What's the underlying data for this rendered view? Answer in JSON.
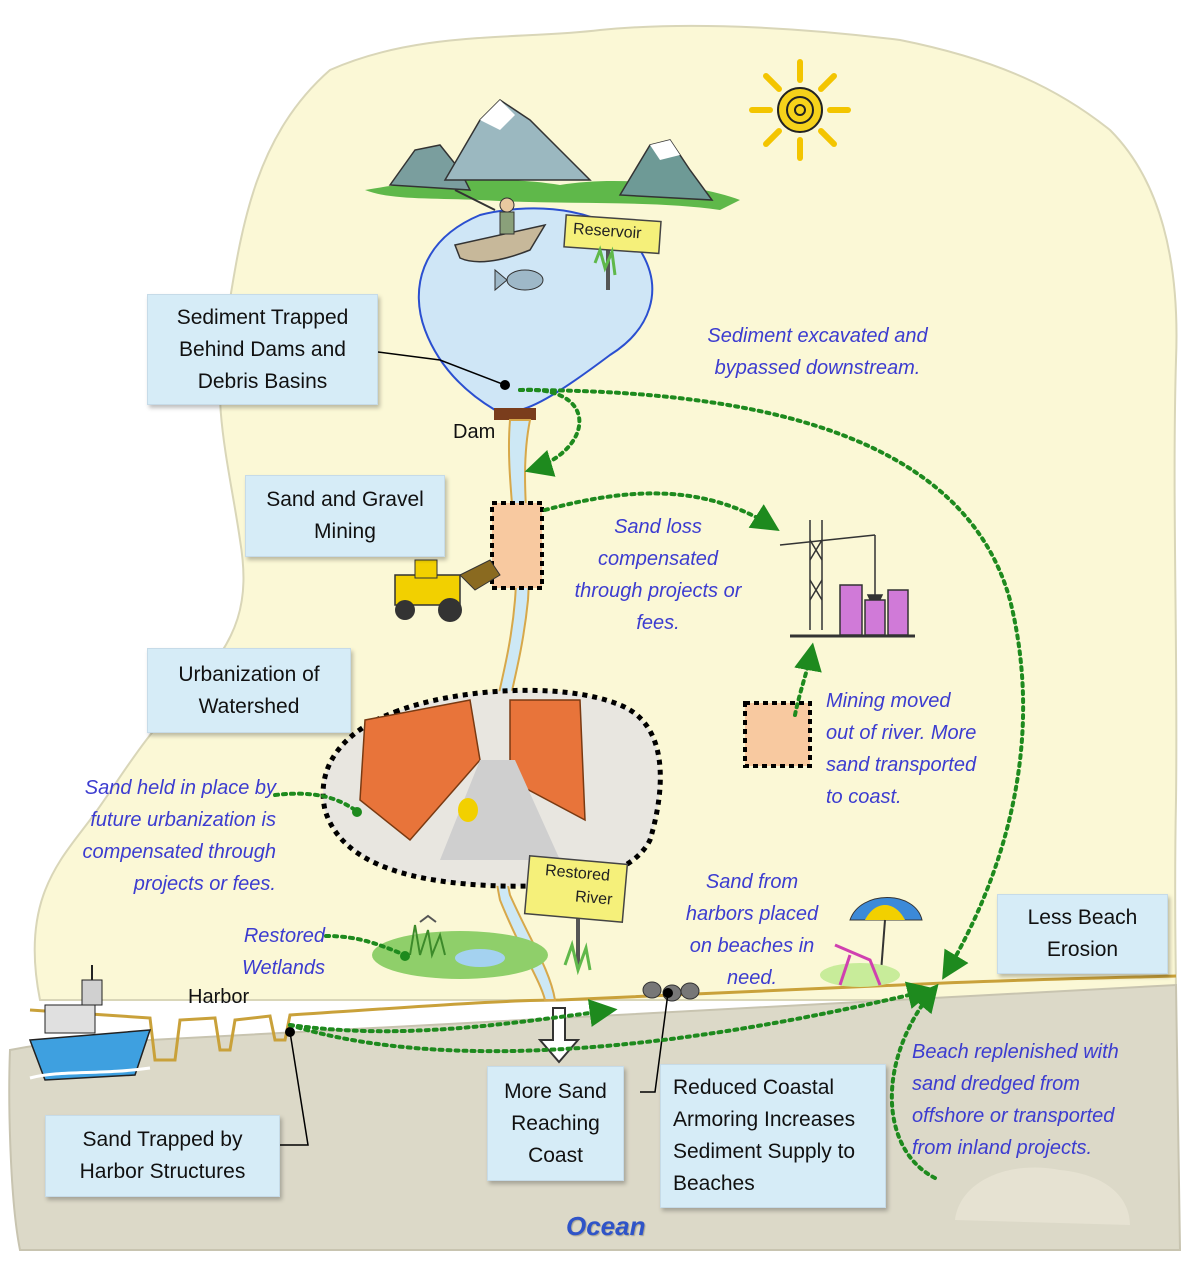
{
  "boxes": {
    "sediment_trapped": "Sediment Trapped\nBehind Dams and\nDebris Basins",
    "sand_gravel_mining": "Sand and Gravel\nMining",
    "urbanization": "Urbanization of\nWatershed",
    "less_beach_erosion": "Less Beach\nErosion",
    "sand_trapped_harbor": "Sand Trapped by\nHarbor Structures",
    "more_sand_coast": "More Sand\nReaching\nCoast",
    "reduced_armoring": "Reduced Coastal\nArmoring Increases\nSediment Supply to\nBeaches"
  },
  "notes": {
    "sediment_excavated": "Sediment excavated and\nbypassed downstream.",
    "sand_loss": "Sand loss\ncompensated\nthrough projects or\nfees.",
    "mining_moved": "Mining moved\nout of river. More\nsand transported\nto coast.",
    "sand_held": "Sand held in place by\nfuture urbanization is\ncompensated through\nprojects or fees.",
    "restored_wetlands": "Restored\nWetlands",
    "sand_from_harbors": "Sand from\nharbors placed\non beaches in\nneed.",
    "beach_replenished": "Beach replenished with\nsand dredged from\noffshore or transported\nfrom inland projects."
  },
  "labels": {
    "dam": "Dam",
    "harbor": "Harbor",
    "ocean": "Ocean",
    "reservoir_sign": "Reservoir",
    "restored_river_sign_line1": "Restored",
    "restored_river_sign_line2": "River"
  },
  "colors": {
    "land": "#fbf8d6",
    "ocean": "#dcd9c8",
    "annotation_text": "#3c3cd0",
    "label_box": "#d6ecf7",
    "arrow_dotted": "#1e8a1e",
    "reservoir_water": "#cfe6f6",
    "river": "#cde8f5",
    "coastline": "#c9a13a",
    "mining_area": "#f8c9a0"
  }
}
